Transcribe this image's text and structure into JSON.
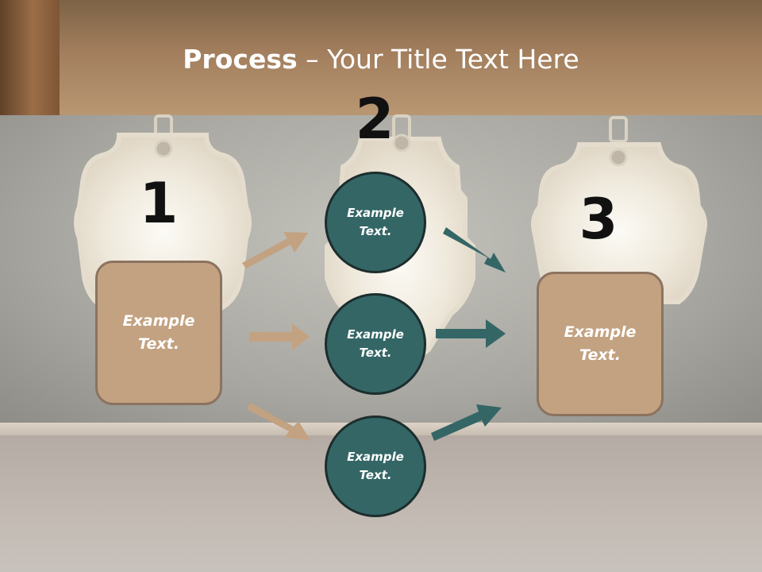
{
  "slide": {
    "title_bold": "Process",
    "title_rest": " – Your Title Text Here"
  },
  "steps": [
    {
      "number": "1",
      "text": "Example\nText."
    },
    {
      "number": "2"
    },
    {
      "number": "3",
      "text": "Example\nText."
    }
  ],
  "circles": [
    {
      "text": "Example\nText."
    },
    {
      "text": "Example\nText."
    },
    {
      "text": "Example\nText."
    }
  ],
  "colors": {
    "box_fill": "#c3a281",
    "circle_fill": "#346666",
    "arrow_tan": "#c3a281",
    "arrow_teal": "#346666"
  }
}
